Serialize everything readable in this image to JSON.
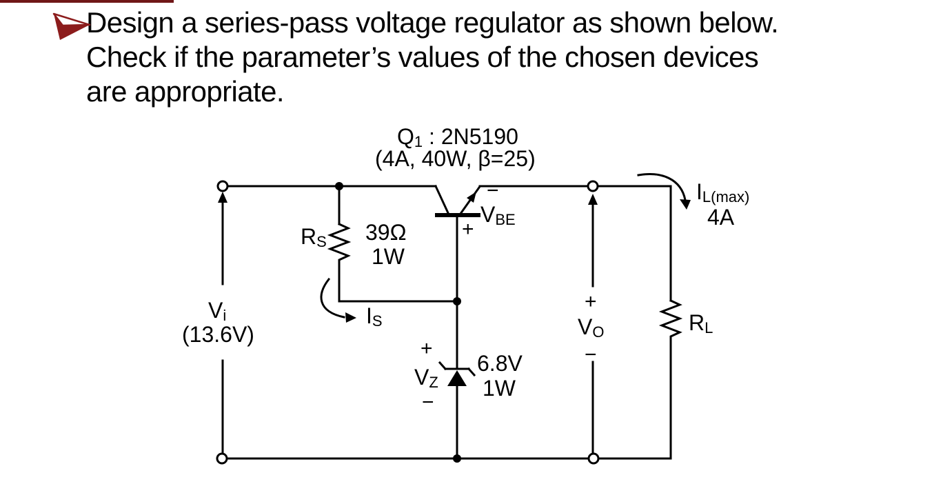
{
  "slide": {
    "accent_bar_color": "#701718",
    "bullet_color": "#8c1c1c",
    "title_lines": [
      "Design a series-pass voltage regulator as shown below.",
      "Check if the parameter’s values of the chosen devices",
      "are appropriate."
    ]
  },
  "circuit": {
    "line_color": "#000000",
    "q1": {
      "name_main": "Q",
      "name_sub": "1",
      "name_rest": " : 2N5190",
      "specs": "(4A, 40W, β=25)"
    },
    "rs": {
      "label": "R",
      "label_sub": "S",
      "value": "39Ω",
      "power": "1W"
    },
    "is_current": {
      "label": "I",
      "label_sub": "S"
    },
    "vbe": {
      "minus": "−",
      "label": "V",
      "label_sub": "BE",
      "plus": "+"
    },
    "vz": {
      "plus": "+",
      "label": "V",
      "label_sub": "Z",
      "minus": "−",
      "value": "6.8V",
      "power": "1W"
    },
    "vi": {
      "label": "V",
      "label_sub": "i",
      "value": "(13.6V)"
    },
    "vo": {
      "plus": "+",
      "label": "V",
      "label_sub": "O",
      "minus": "−"
    },
    "il": {
      "label": "I",
      "label_sub": "L(max)",
      "value": "4A"
    },
    "rl": {
      "label": "R",
      "label_sub": "L"
    }
  }
}
